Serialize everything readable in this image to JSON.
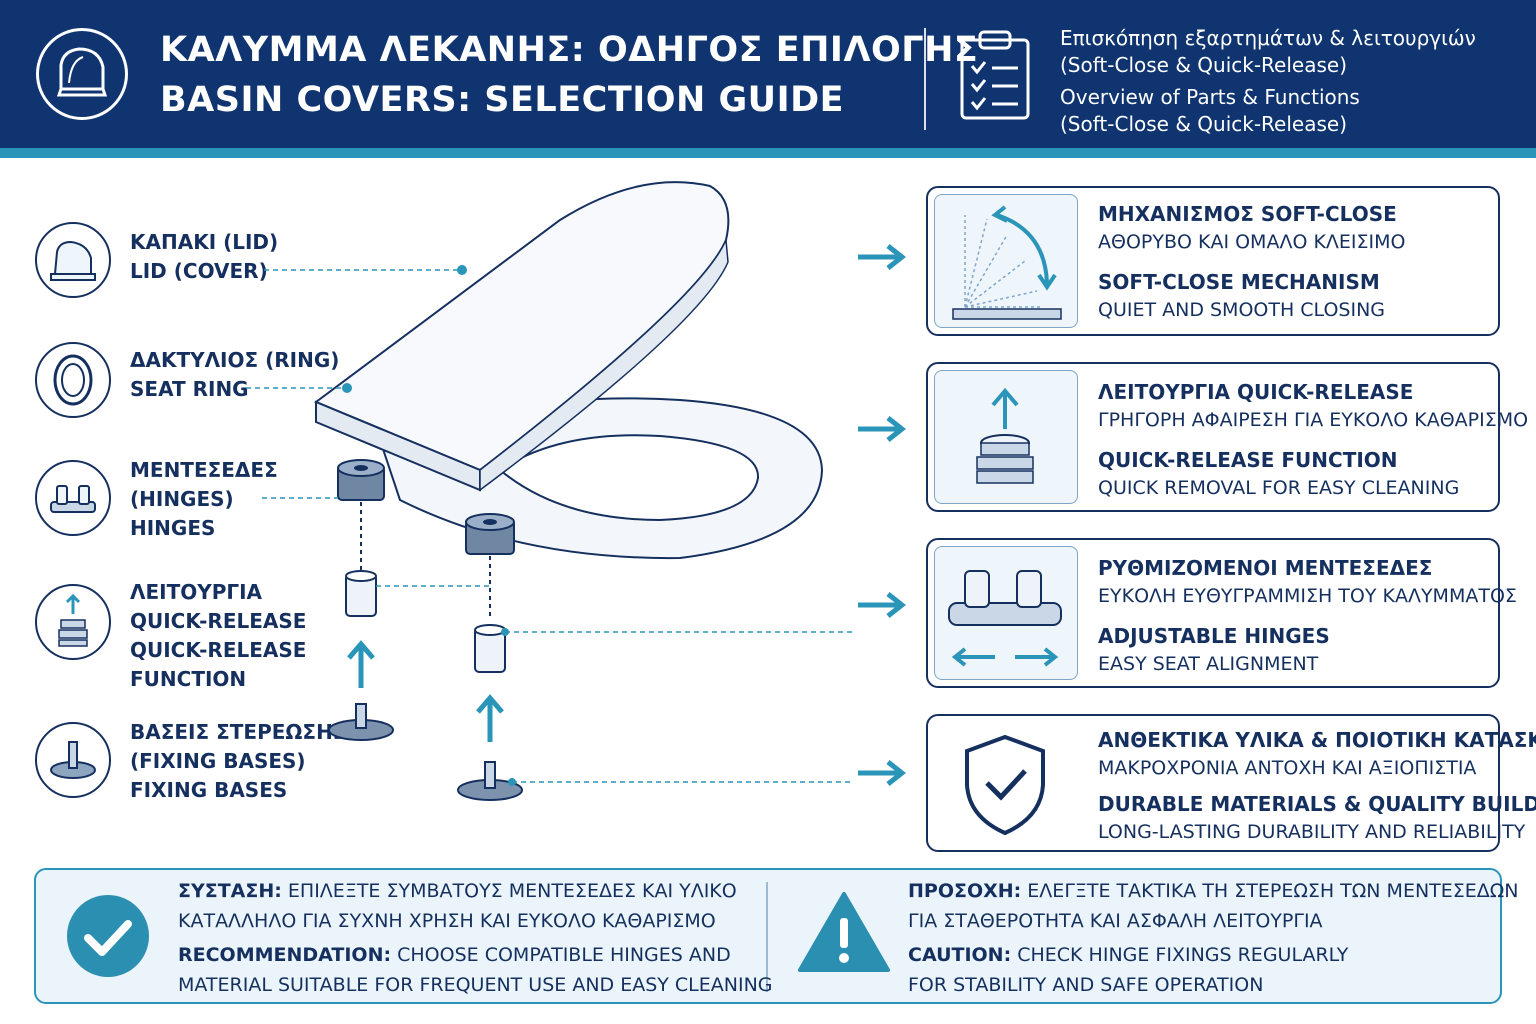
{
  "header": {
    "logo_icon": "toilet-lid-icon",
    "title_gr": "ΚΑΛΥΜΜΑ ΛΕΚΑΝΗΣ: ΟΔΗΓΟΣ ΕΠΙΛΟΓΗΣ",
    "title_en": "BASIN COVERS: SELECTION GUIDE",
    "checklist_icon": "clipboard-checklist-icon",
    "subtitle_gr_1": "Επισκόπηση εξαρτημάτων & λειτουργιών",
    "subtitle_gr_2": "(Soft-Close & Quick-Release)",
    "subtitle_en_1": "Overview of Parts & Functions",
    "subtitle_en_2": "(Soft-Close & Quick-Release)"
  },
  "parts": [
    {
      "icon": "lid-icon",
      "lines": [
        "ΚΑΠΑΚΙ (LID)",
        "LID (COVER)"
      ]
    },
    {
      "icon": "seat-ring-icon",
      "lines": [
        "ΔΑΚΤΥΛΙΟΣ (RING)",
        "SEAT RING"
      ]
    },
    {
      "icon": "hinges-icon",
      "lines": [
        "ΜΕΝΤΕΣΕΔΕΣ",
        "(HINGES)",
        "HINGES"
      ]
    },
    {
      "icon": "quick-release-icon",
      "lines": [
        "ΛΕΙΤΟΥΡΓΙΑ",
        "QUICK-RELEASE",
        "QUICK-RELEASE",
        "FUNCTION"
      ]
    },
    {
      "icon": "fixing-base-icon",
      "lines": [
        "ΒΑΣΕΙΣ ΣΤΕΡΕΩΣΗΣ",
        "(FIXING BASES)",
        "FIXING BASES"
      ]
    }
  ],
  "features": [
    {
      "icon": "soft-close-icon",
      "title_gr": "ΜΗΧΑΝΙΣΜΟΣ SOFT-CLOSE",
      "desc_gr": "ΑΘΟΡΥΒΟ ΚΑΙ ΟΜΑΛΟ ΚΛΕΙΣΙΜΟ",
      "title_en": "SOFT-CLOSE MECHANISM",
      "desc_en": "QUIET AND SMOOTH CLOSING"
    },
    {
      "icon": "quick-release-icon",
      "title_gr": "ΛΕΙΤΟΥΡΓΙΑ QUICK-RELEASE",
      "desc_gr": "ΓΡΗΓΟΡΗ ΑΦΑΙΡΕΣΗ ΓΙΑ ΕΥΚΟΛΟ ΚΑΘΑΡΙΣΜΟ",
      "title_en": "QUICK-RELEASE FUNCTION",
      "desc_en": "QUICK REMOVAL FOR EASY CLEANING"
    },
    {
      "icon": "adjustable-hinges-icon",
      "title_gr": "ΡΥΘΜΙΖΟΜΕΝΟΙ ΜΕΝΤΕΣΕΔΕΣ",
      "desc_gr": "ΕΥΚΟΛΗ ΕΥΘΥΓΡΑΜΜΙΣΗ ΤΟΥ ΚΑΛΥΜΜΑΤΟΣ",
      "title_en": "ADJUSTABLE HINGES",
      "desc_en": "EASY SEAT ALIGNMENT"
    },
    {
      "icon": "shield-check-icon",
      "title_gr": "ΑΝΘΕΚΤΙΚΑ ΥΛΙΚΑ & ΠΟΙΟΤΙΚΗ ΚΑΤΑΣΚΕΥΗ",
      "desc_gr": "ΜΑΚΡΟΧΡΟΝΙΑ ΑΝΤΟΧΗ ΚΑΙ ΑΞΙΟΠΙΣΤΙΑ",
      "title_en": "DURABLE MATERIALS & QUALITY BUILD",
      "desc_en": "LONG-LASTING DURABILITY AND RELIABILITY"
    }
  ],
  "recommendation": {
    "icon": "check-circle-icon",
    "gr_label": "ΣΥΣΤΑΣΗ:",
    "gr_text_1": " ΕΠΙΛΕΞΤΕ ΣΥΜΒΑΤΟΥΣ ΜΕΝΤΕΣΕΔΕΣ ΚΑΙ ΥΛΙΚΟ",
    "gr_text_2": "ΚΑΤΑΛΛΗΛΟ ΓΙΑ ΣΥΧΝΗ ΧΡΗΣΗ ΚΑΙ ΕΥΚΟΛΟ ΚΑΘΑΡΙΣΜΟ",
    "en_label": "RECOMMENDATION:",
    "en_text_1": " CHOOSE COMPATIBLE HINGES AND",
    "en_text_2": "MATERIAL SUITABLE FOR FREQUENT USE AND EASY CLEANING"
  },
  "caution": {
    "icon": "warning-triangle-icon",
    "gr_label": "ΠΡΟΣΟΧΗ:",
    "gr_text_1": " ΕΛΕΓΞΤΕ ΤΑΚΤΙΚΑ ΤΗ ΣΤΕΡΕΩΣΗ ΤΩΝ ΜΕΝΤΕΣΕΔΩΝ",
    "gr_text_2": "ΓΙΑ ΣΤΑΘΕΡΟΤΗΤΑ ΚΑΙ ΑΣΦΑΛΗ ΛΕΙΤΟΥΡΓΙΑ",
    "en_label": "CAUTION:",
    "en_text_1": " CHECK HINGE FIXINGS REGULARLY",
    "en_text_2": "FOR STABILITY AND SAFE OPERATION"
  },
  "colors": {
    "navy": "#0f3470",
    "teal": "#2a95b8",
    "text": "#15305f"
  }
}
